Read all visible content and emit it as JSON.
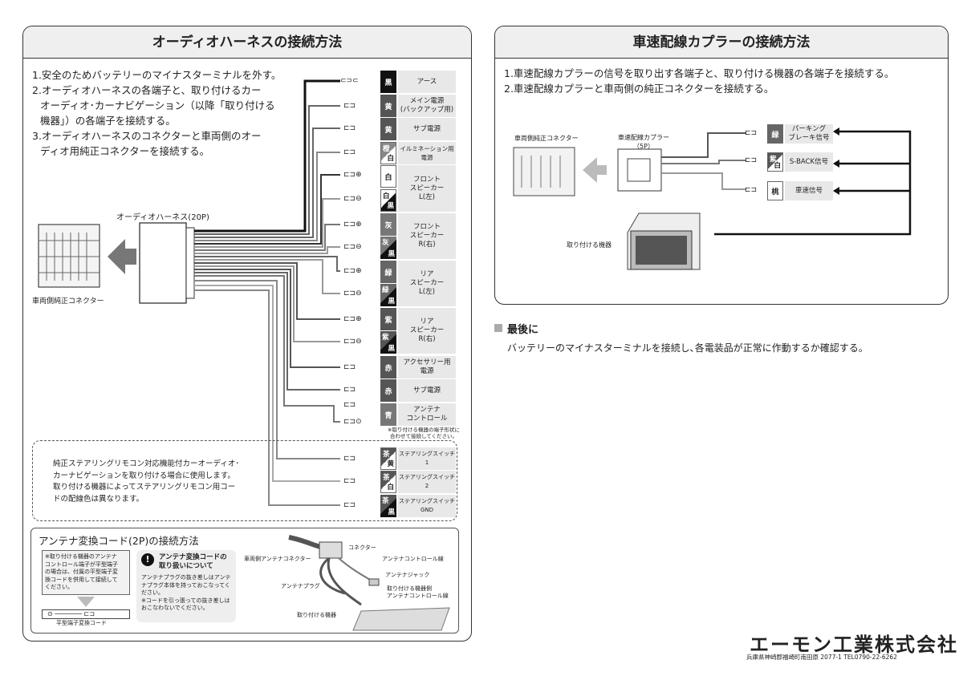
{
  "audio": {
    "title": "オーディオハーネスの接続方法",
    "steps": [
      "1.安全のためバッテリーのマイナスターミナルを外す。",
      "2.オーディオハーネスの各端子と、取り付けるカー",
      "オーディオ･カーナビゲーション（以降「取り付ける",
      "機器」）の各端子を接続する。",
      "3.オーディオハーネスのコネクターと車両側のオー",
      "ディオ用純正コネクターを接続する。"
    ],
    "harness_label": "オーディオハーネス(20P)",
    "vehicle_label": "車両側純正コネクター",
    "wires": [
      {
        "color": "黒",
        "label": "アース",
        "hex": "#111111"
      },
      {
        "color": "黄",
        "label": "メイン電源\n(バックアップ用)",
        "hex": "#555555"
      },
      {
        "color": "黄",
        "label": "サブ電源",
        "hex": "#555555"
      },
      {
        "color": "橙",
        "color2": "白",
        "label": "イルミネーション用\n電源",
        "hex": "#888888"
      },
      {
        "color": "白",
        "label": "フロント\nスピーカー\nL(左)",
        "hex": "#ffffff"
      },
      {
        "color": "白",
        "color2": "黒",
        "label": "",
        "hex": "#ffffff"
      },
      {
        "color": "灰",
        "label": "フロント\nスピーカー\nR(右)",
        "hex": "#777777"
      },
      {
        "color": "灰",
        "color2": "黒",
        "label": "",
        "hex": "#777777"
      },
      {
        "color": "緑",
        "label": "リア\nスピーカー\nL(左)",
        "hex": "#666666"
      },
      {
        "color": "緑",
        "color2": "黒",
        "label": "",
        "hex": "#666666"
      },
      {
        "color": "紫",
        "label": "リア\nスピーカー\nR(右)",
        "hex": "#555555"
      },
      {
        "color": "紫",
        "color2": "黒",
        "label": "",
        "hex": "#555555"
      },
      {
        "color": "赤",
        "label": "アクセサリー用\n電源",
        "hex": "#555555"
      },
      {
        "color": "赤",
        "label": "サブ電源",
        "hex": "#555555"
      },
      {
        "color": "青",
        "label": "アンテナ\nコントロール",
        "hex": "#777777"
      },
      {
        "color": "茶",
        "color2": "黄",
        "label": "ステアリングスイッチ1",
        "hex": "#555555"
      },
      {
        "color": "茶",
        "color2": "白",
        "label": "ステアリングスイッチ2",
        "hex": "#555555"
      },
      {
        "color": "茶",
        "color2": "黒",
        "label": "ステアリングスイッチ\nGND",
        "hex": "#555555"
      }
    ],
    "antenna_note": "※取り付ける機器の端子形状に\n合わせて接続してください。",
    "steering_note": [
      "純正ステアリングリモコン対応機能付カーオーディオ･",
      "カーナビゲーションを取り付ける場合に使用します。",
      "取り付ける機器によってステアリングリモコン用コー",
      "ドの配線色は異なります。"
    ],
    "plus": "⊕",
    "minus": "⊖"
  },
  "antenna": {
    "title": "アンテナ変換コード(2P)の接続方法",
    "note_box": [
      "※取り付ける機器のアンテナ",
      "コントロール端子が平型端子",
      "の場合は、付属の平型端子変",
      "換コードを併用して接続して",
      "ください。"
    ],
    "flat_cord": "平型端子変換コード",
    "warning_title": [
      "アンテナ変換コードの",
      "取り扱いについて"
    ],
    "warning_text": [
      "アンテナプラグの抜き差しはアンテ",
      "ナプラグ本体を持っておこなってく",
      "ださい。",
      "※コードを引っ張っての抜き差しは",
      "おこなわないでください。"
    ],
    "labels": {
      "vehicle_antenna": "車両側アンテナコネクター",
      "connector": "コネクター",
      "antenna_control": "アンテナコントロール線",
      "antenna_jack": "アンテナジャック",
      "antenna_plug": "アンテナプラグ",
      "device_side": "取り付ける機器側",
      "device_side2": "アンテナコントロール線",
      "device": "取り付ける機器"
    }
  },
  "speed": {
    "title": "車速配線カプラーの接続方法",
    "steps": [
      "1.車速配線カプラーの信号を取り出す各端子と、取り付ける機器の各端子を接続する。",
      "2.車速配線カプラーと車両側の純正コネクターを接続する。"
    ],
    "vehicle_label": "車両側純正コネクター",
    "coupler_label": "車速配線カプラー",
    "coupler_pins": "（5P）",
    "device_label": "取り付ける機器",
    "wires": [
      {
        "color": "緑",
        "label": "パーキング\nブレーキ信号"
      },
      {
        "color": "紫",
        "color2": "白",
        "label": "S-BACK信号"
      },
      {
        "color": "桃",
        "label": "車速信号"
      }
    ]
  },
  "final": {
    "heading": "最後に",
    "text": "バッテリーのマイナスターミナルを接続し､各電装品が正常に作動するか確認する。"
  },
  "company": {
    "name": "エーモン工業株式会社",
    "address": "兵庫県神崎郡福崎町南田原 2077-1  TEL0790-22-6262"
  }
}
